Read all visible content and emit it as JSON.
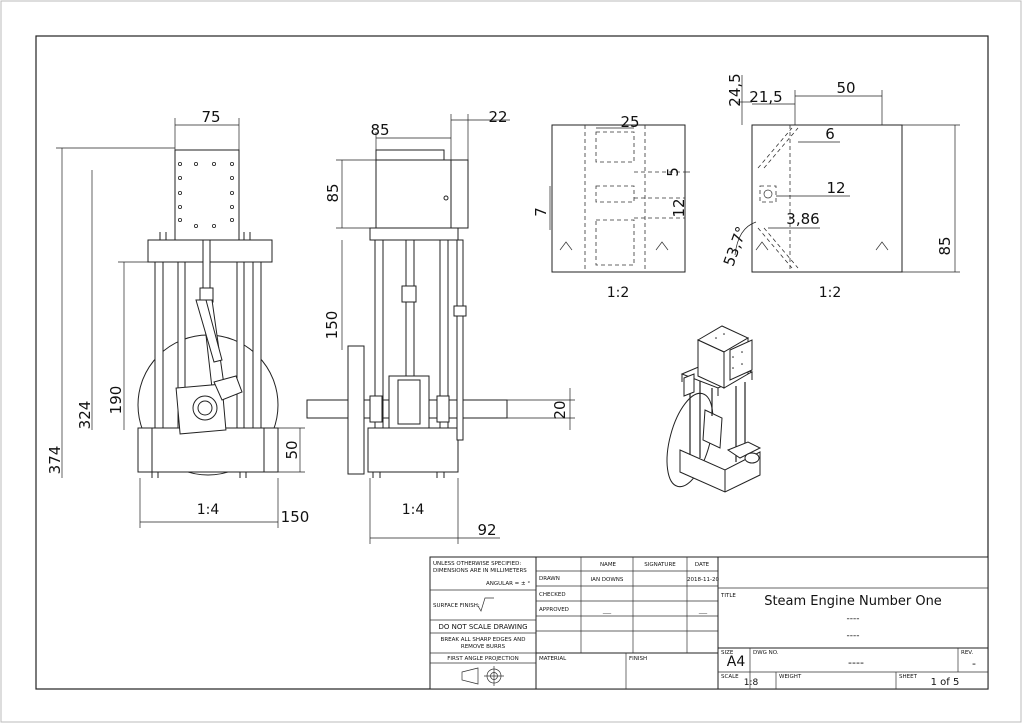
{
  "dimensions": {
    "front": {
      "top_width": "75",
      "height_total": "374",
      "height_mid": "324",
      "height_shaft": "190",
      "base_h": "50",
      "base_w": "150"
    },
    "side": {
      "width": "85",
      "flange": "22",
      "cyl_h": "85",
      "stroke": "150",
      "shaft_d": "20",
      "depth": "92"
    },
    "cyl_top": {
      "bore": "25",
      "port_a": "7",
      "port_b": "5",
      "port_c": "12"
    },
    "cyl_section": {
      "offset_top": "24,5",
      "offset_left": "21,5",
      "width": "50",
      "hole": "6",
      "port": "12",
      "chamfer": "3,86",
      "angle": "53,7°",
      "height": "85"
    }
  },
  "scales": {
    "front": "1:4",
    "side": "1:4",
    "top": "1:2",
    "section": "1:2"
  },
  "title_block": {
    "notes": {
      "line1": "UNLESS OTHERWISE SPECIFIED:",
      "line2": "DIMENSIONS ARE IN MILLIMETERS",
      "angular": "ANGULAR = ± °",
      "surface": "SURFACE FINISH:",
      "do_not_scale": "DO NOT SCALE DRAWING",
      "break1": "BREAK ALL SHARP EDGES AND",
      "break2": "REMOVE BURRS",
      "projection": "FIRST ANGLE PROJECTION"
    },
    "headers": {
      "name": "NAME",
      "signature": "SIGNATURE",
      "date": "DATE"
    },
    "rows": {
      "drawn": "DRAWN",
      "checked": "CHECKED",
      "approved": "APPROVED"
    },
    "drawn_name": "IAN DOWNS",
    "drawn_date": "2018-11-20",
    "approved_name": "___",
    "approved_date": "___",
    "material_label": "MATERIAL",
    "finish_label": "FINISH",
    "title_label": "TITLE",
    "title": "Steam Engine Number One",
    "subtitle1": "----",
    "subtitle2": "----",
    "size_label": "SIZE",
    "size": "A4",
    "dwg_label": "DWG NO.",
    "dwg_no": "----",
    "rev_label": "REV.",
    "rev": "-",
    "scale_label": "SCALE",
    "scale": "1:8",
    "weight_label": "WEIGHT",
    "sheet_label": "SHEET",
    "sheet": "1 of 5"
  }
}
